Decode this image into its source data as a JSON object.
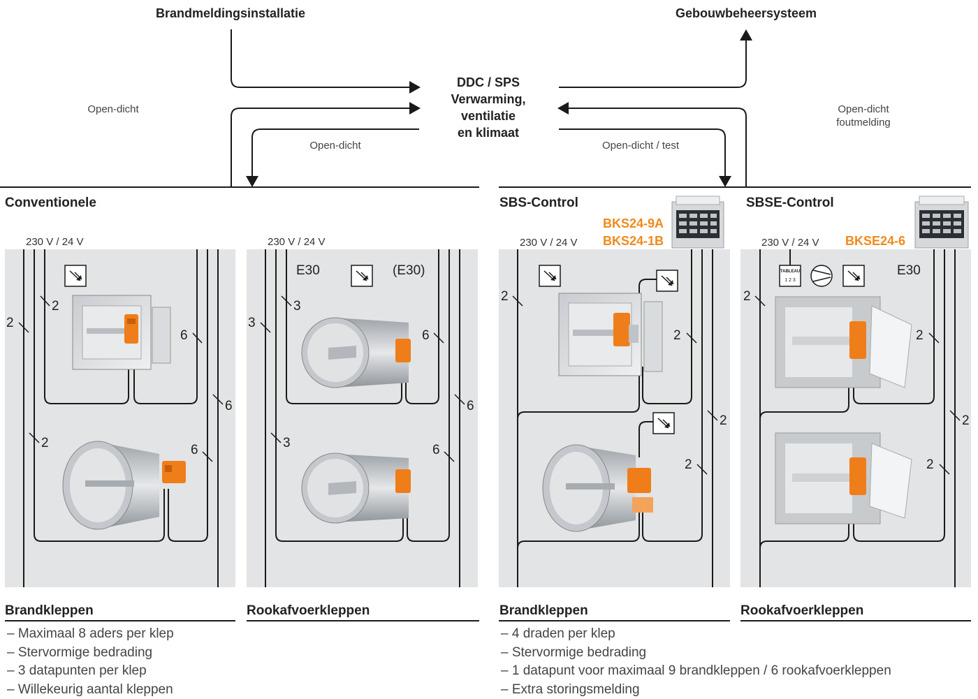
{
  "top": {
    "fire_alarm": "Brandmeldingsinstallatie",
    "bms": "Gebouwbeheersysteem",
    "ddc_lines": [
      "DDC / SPS",
      "Verwarming,",
      "ventilatie",
      "en klimaat"
    ],
    "open_dicht_left": "Open-dicht",
    "open_dicht_center_left": "Open-dicht",
    "open_dicht_test": "Open-dicht / test",
    "open_dicht_foutmelding_lines": [
      "Open-dicht",
      "foutmelding"
    ]
  },
  "sections": {
    "conventional": "Conventionele",
    "sbs": "SBS-Control",
    "sbse": "SBSE-Control"
  },
  "panels": {
    "voltage": "230 V / 24 V",
    "e30": "E30",
    "e30_paren": "(E30)",
    "sbs_models": [
      "BKS24-9A",
      "BKS24-1B"
    ],
    "sbse_model": "BKSE24-6",
    "tableau_label": "TABLEAU",
    "wire_counts": {
      "p1": [
        "2",
        "2",
        "6",
        "6",
        "2",
        "6"
      ],
      "p2": [
        "3",
        "3",
        "6",
        "6",
        "3",
        "6"
      ],
      "p3": [
        "2",
        "2",
        "2",
        "2"
      ],
      "p4": [
        "2",
        "2",
        "2",
        "2"
      ]
    }
  },
  "footer": {
    "brandkleppen": "Brandkleppen",
    "rookafvoerkleppen": "Rookafvoerkleppen",
    "left_bullets": [
      "Maximaal 8 aders per klep",
      "Stervormige bedrading",
      "3 datapunten per klep",
      "Willekeurig aantal kleppen"
    ],
    "right_bullets": [
      "4 draden per klep",
      "Stervormige bedrading",
      "1 datapunt voor maximaal 9 brandkleppen / 6 rookafvoerkleppen",
      "Extra storingsmelding"
    ]
  },
  "colors": {
    "accent_orange": "#f08a1c",
    "panel_gray": "#e3e4e5",
    "line": "#1a1a1a"
  }
}
